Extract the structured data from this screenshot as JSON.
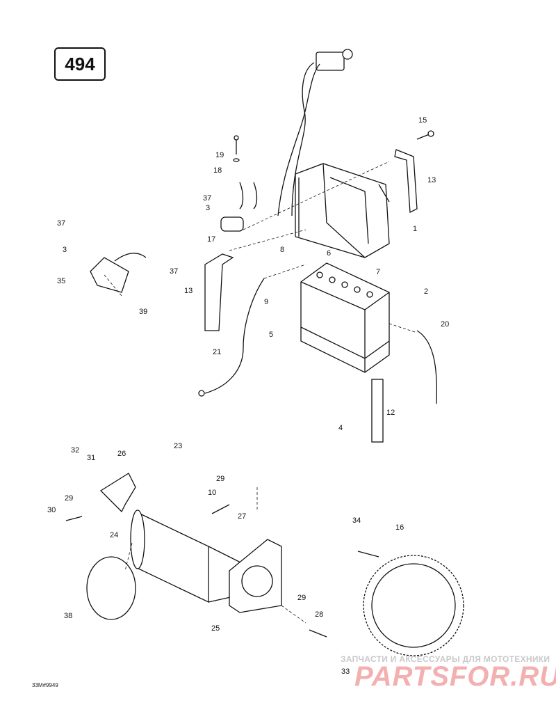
{
  "diagram": {
    "page_number": "494",
    "drawing_code": "33M#9949",
    "watermark": {
      "line1": "ЗАПЧАСТИ И АКСЕССУАРЫ ДЛЯ МОТОТЕХНИКИ",
      "line2": "PARTSFOR.RU"
    },
    "callouts": [
      "15",
      "13",
      "19",
      "18",
      "37",
      "3",
      "17",
      "1",
      "37",
      "3",
      "8",
      "6",
      "7",
      "35",
      "39",
      "37",
      "13",
      "9",
      "2",
      "5",
      "20",
      "21",
      "12",
      "4",
      "32",
      "31",
      "26",
      "23",
      "29",
      "10",
      "29",
      "30",
      "27",
      "24",
      "34",
      "16",
      "38",
      "29",
      "28",
      "25",
      "33"
    ]
  }
}
